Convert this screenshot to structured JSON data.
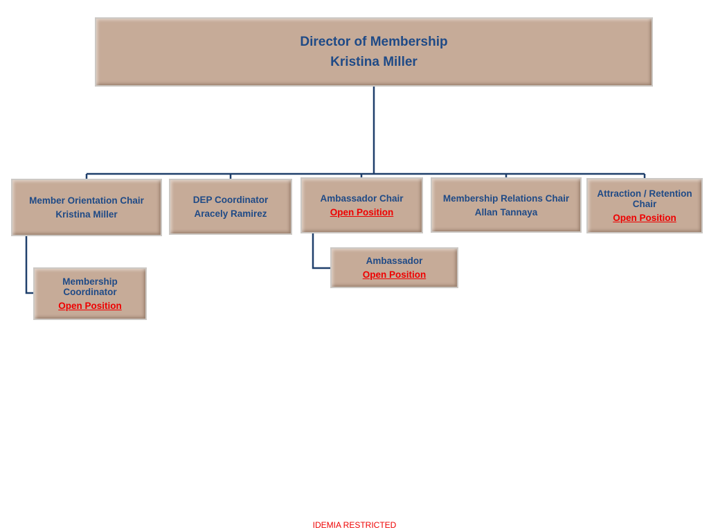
{
  "chart": {
    "root": {
      "title": "Director of Membership",
      "name": "Kristina Miller"
    },
    "chairs": [
      {
        "title": "Member Orientation Chair",
        "name": "Kristina Miller",
        "open": false
      },
      {
        "title": "DEP Coordinator",
        "name": "Aracely Ramirez",
        "open": false
      },
      {
        "title": "Ambassador Chair",
        "name": "Open Position",
        "open": true
      },
      {
        "title": "Membership Relations Chair",
        "name": "Allan Tannaya",
        "open": false
      },
      {
        "title": "Attraction / Retention Chair",
        "name": "Open Position",
        "open": true
      }
    ],
    "subordinates": [
      {
        "title": "Membership Coordinator",
        "name": "Open Position",
        "open": true,
        "reports_to": "Member Orientation Chair"
      },
      {
        "title": "Ambassador",
        "name": "Open Position",
        "open": true,
        "reports_to": "Ambassador Chair"
      }
    ]
  },
  "colors": {
    "box_fill": "#c6ab98",
    "box_text": "#1f4a86",
    "open_text": "#ee0000",
    "connector": "#1f3f6b"
  },
  "footer": {
    "label": "IDEMIA RESTRICTED"
  }
}
